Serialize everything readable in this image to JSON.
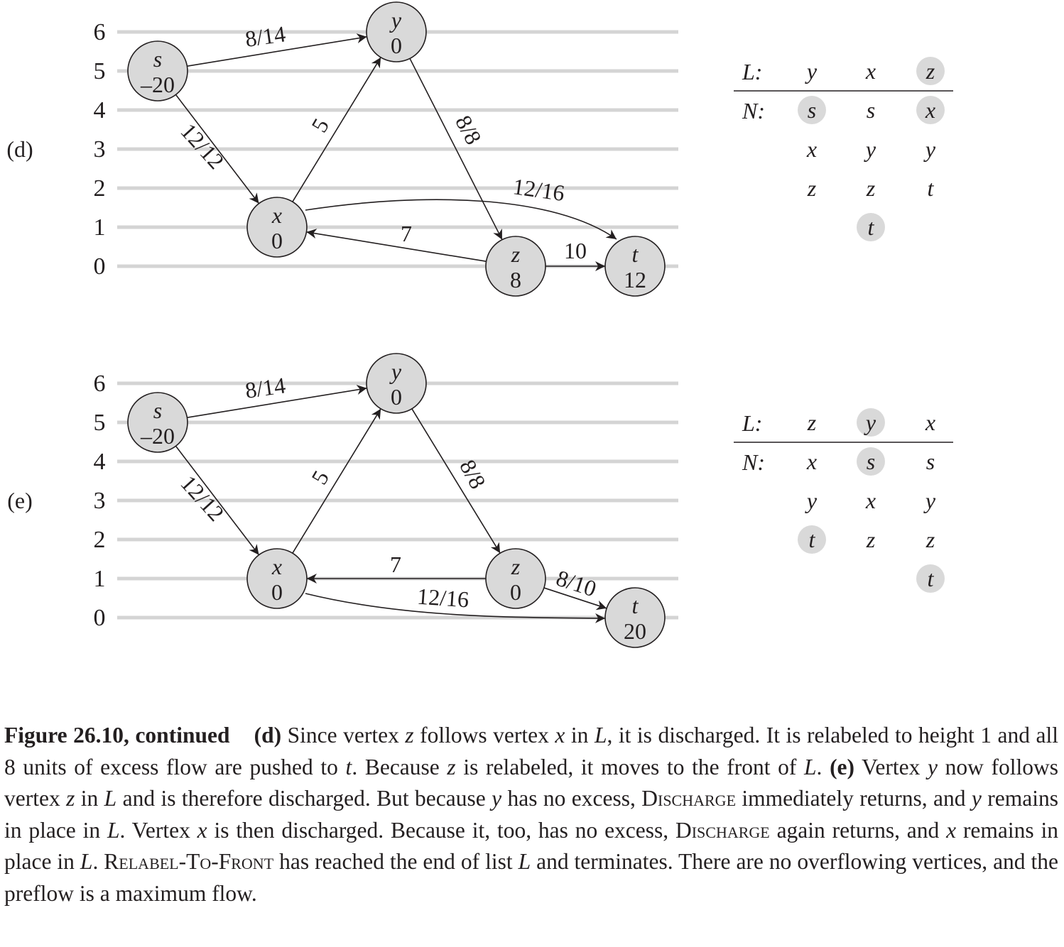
{
  "panels": [
    {
      "label": "(d)",
      "height_ticks": [
        "0",
        "1",
        "2",
        "3",
        "4",
        "5",
        "6"
      ],
      "vertices": [
        {
          "name": "s",
          "excess": "–20",
          "height": 5
        },
        {
          "name": "y",
          "excess": "0",
          "height": 6
        },
        {
          "name": "x",
          "excess": "0",
          "height": 1
        },
        {
          "name": "z",
          "excess": "8",
          "height": 0
        },
        {
          "name": "t",
          "excess": "12",
          "height": 0
        }
      ],
      "edges": [
        {
          "from": "s",
          "to": "y",
          "label": "8/14"
        },
        {
          "from": "s",
          "to": "x",
          "label": "12/12"
        },
        {
          "from": "x",
          "to": "y",
          "label": "5"
        },
        {
          "from": "y",
          "to": "z",
          "label": "8/8"
        },
        {
          "from": "x",
          "to": "t",
          "label": "12/16"
        },
        {
          "from": "z",
          "to": "x",
          "label": "7"
        },
        {
          "from": "z",
          "to": "t",
          "label": "10"
        }
      ],
      "table": {
        "l_label": "L:",
        "n_label": "N:",
        "columns": [
          {
            "head": "y",
            "head_hl": false,
            "cells": [
              {
                "v": "s",
                "hl": true
              },
              {
                "v": "x",
                "hl": false
              },
              {
                "v": "z",
                "hl": false
              }
            ]
          },
          {
            "head": "x",
            "head_hl": false,
            "cells": [
              {
                "v": "s",
                "hl": false
              },
              {
                "v": "y",
                "hl": false
              },
              {
                "v": "z",
                "hl": false
              },
              {
                "v": "t",
                "hl": true
              }
            ]
          },
          {
            "head": "z",
            "head_hl": true,
            "cells": [
              {
                "v": "x",
                "hl": true
              },
              {
                "v": "y",
                "hl": false
              },
              {
                "v": "t",
                "hl": false
              }
            ]
          }
        ]
      }
    },
    {
      "label": "(e)",
      "height_ticks": [
        "0",
        "1",
        "2",
        "3",
        "4",
        "5",
        "6"
      ],
      "vertices": [
        {
          "name": "s",
          "excess": "–20",
          "height": 5
        },
        {
          "name": "y",
          "excess": "0",
          "height": 6
        },
        {
          "name": "x",
          "excess": "0",
          "height": 1
        },
        {
          "name": "z",
          "excess": "0",
          "height": 1
        },
        {
          "name": "t",
          "excess": "20",
          "height": 0
        }
      ],
      "edges": [
        {
          "from": "s",
          "to": "y",
          "label": "8/14"
        },
        {
          "from": "s",
          "to": "x",
          "label": "12/12"
        },
        {
          "from": "x",
          "to": "y",
          "label": "5"
        },
        {
          "from": "y",
          "to": "z",
          "label": "8/8"
        },
        {
          "from": "z",
          "to": "x",
          "label": "7"
        },
        {
          "from": "x",
          "to": "t",
          "label": "12/16"
        },
        {
          "from": "z",
          "to": "t",
          "label": "8/10"
        }
      ],
      "table": {
        "l_label": "L:",
        "n_label": "N:",
        "columns": [
          {
            "head": "z",
            "head_hl": false,
            "cells": [
              {
                "v": "x",
                "hl": false
              },
              {
                "v": "y",
                "hl": false
              },
              {
                "v": "t",
                "hl": true
              }
            ]
          },
          {
            "head": "y",
            "head_hl": true,
            "cells": [
              {
                "v": "s",
                "hl": true
              },
              {
                "v": "x",
                "hl": false
              },
              {
                "v": "z",
                "hl": false
              }
            ]
          },
          {
            "head": "x",
            "head_hl": false,
            "cells": [
              {
                "v": "s",
                "hl": false
              },
              {
                "v": "y",
                "hl": false
              },
              {
                "v": "z",
                "hl": false
              },
              {
                "v": "t",
                "hl": true
              }
            ]
          }
        ]
      }
    }
  ],
  "caption": {
    "title": "Figure 26.10, continued",
    "d_label": "(d)",
    "d_text_1": " Since vertex ",
    "v_z1": "z",
    "d_text_2": " follows vertex ",
    "v_x1": "x",
    "d_text_3": " in ",
    "v_L1": "L",
    "d_text_4": ", it is discharged. It is relabeled to height 1 and all 8 units of excess flow are pushed to ",
    "v_t1": "t",
    "d_text_5": ". Because ",
    "v_z2": "z",
    "d_text_6": " is relabeled, it moves to the front of ",
    "v_L2": "L",
    "d_text_7": ". ",
    "e_label": "(e)",
    "e_text_1": " Vertex ",
    "v_y1": "y",
    "e_text_2": " now follows vertex ",
    "v_z3": "z",
    "e_text_3": " in ",
    "v_L3": "L",
    "e_text_4": " and is therefore discharged. But because ",
    "v_y2": "y",
    "e_text_5": " has no excess, ",
    "sc_discharge_1": "Discharge",
    "e_text_6": " immediately returns, and ",
    "v_y3": "y",
    "e_text_7": " remains in place in ",
    "v_L4": "L",
    "e_text_8": ". Vertex ",
    "v_x2": "x",
    "e_text_9": " is then discharged. Because it, too, has no excess, ",
    "sc_discharge_2": "Discharge",
    "e_text_10": " again returns, and ",
    "v_x3": "x",
    "e_text_11": " remains in place in ",
    "v_L5": "L",
    "e_text_12": ". ",
    "sc_rtf": "Relabel-To-Front",
    "e_text_13": " has reached the end of list ",
    "v_L6": "L",
    "e_text_14": " and terminates. There are no overflowing vertices, and the preflow is a maximum flow."
  }
}
